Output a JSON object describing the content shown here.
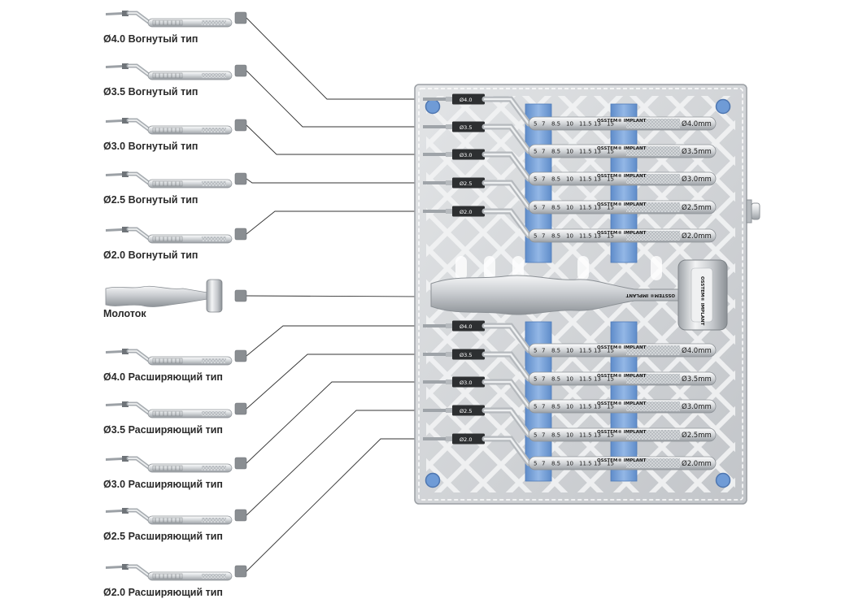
{
  "instruments": [
    {
      "id": "c40",
      "diameter": "Ø4.0",
      "type": "Вогнутый тип"
    },
    {
      "id": "c35",
      "diameter": "Ø3.5",
      "type": "Вогнутый тип"
    },
    {
      "id": "c30",
      "diameter": "Ø3.0",
      "type": "Вогнутый тип"
    },
    {
      "id": "c25",
      "diameter": "Ø2.5",
      "type": "Вогнутый тип"
    },
    {
      "id": "c20",
      "diameter": "Ø2.0",
      "type": "Вогнутый тип"
    },
    {
      "id": "mallet",
      "diameter": "",
      "type": "Молоток"
    },
    {
      "id": "e40",
      "diameter": "Ø4.0",
      "type": "Расширяющий тип"
    },
    {
      "id": "e35",
      "diameter": "Ø3.5",
      "type": "Расширяющий тип"
    },
    {
      "id": "e30",
      "diameter": "Ø3.0",
      "type": "Расширяющий тип"
    },
    {
      "id": "e25",
      "diameter": "Ø2.5",
      "type": "Расширяющий тип"
    },
    {
      "id": "e20",
      "diameter": "Ø2.0",
      "type": "Расширяющий тип"
    }
  ],
  "tray": {
    "top_rows": [
      {
        "tip_label": "Ø4.0",
        "handle_size": "Ø4.0mm",
        "instrument": "c40"
      },
      {
        "tip_label": "Ø3.5",
        "handle_size": "Ø3.5mm",
        "instrument": "c35"
      },
      {
        "tip_label": "Ø3.0",
        "handle_size": "Ø3.0mm",
        "instrument": "c30"
      },
      {
        "tip_label": "Ø2.5",
        "handle_size": "Ø2.5mm",
        "instrument": "c25"
      },
      {
        "tip_label": "Ø2.0",
        "handle_size": "Ø2.0mm",
        "instrument": "c20"
      }
    ],
    "bottom_rows": [
      {
        "tip_label": "Ø4.0",
        "handle_size": "Ø4.0mm",
        "instrument": "e40"
      },
      {
        "tip_label": "Ø3.5",
        "handle_size": "Ø3.5mm",
        "instrument": "e35"
      },
      {
        "tip_label": "Ø3.0",
        "handle_size": "Ø3.0mm",
        "instrument": "e30"
      },
      {
        "tip_label": "Ø2.5",
        "handle_size": "Ø2.5mm",
        "instrument": "e25"
      },
      {
        "tip_label": "Ø2.0",
        "handle_size": "Ø2.0mm",
        "instrument": "e20"
      }
    ],
    "depth_marks": [
      "5",
      "7",
      "8.5",
      "10",
      "11.5",
      "13",
      "15"
    ],
    "brand": "OSSTEM® IMPLANT",
    "mallet_brand": "OSSTEM® IMPLANT"
  },
  "colors": {
    "tray": "#d4d6d8",
    "tray_border": "#9a9ea3",
    "blue_holder": "#7fa8dc",
    "blue_dark": "#5a86c4",
    "leader_line": "#333333",
    "label_text": "#2a2a2a"
  }
}
